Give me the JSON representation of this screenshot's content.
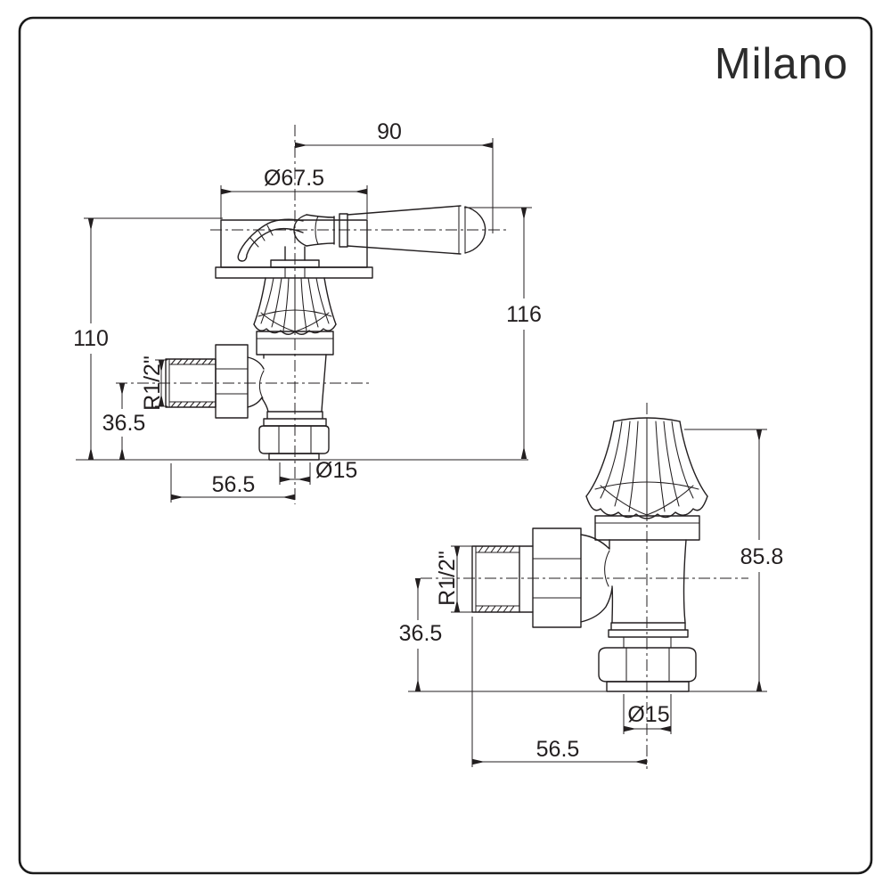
{
  "brand": "Milano",
  "colors": {
    "line": "#231f20",
    "background": "#ffffff"
  },
  "drawings": {
    "lever_valve": {
      "dims": {
        "lever_length": "90",
        "head_diameter": "Ø67.5",
        "overall_height": "110",
        "handle_top_height": "116",
        "thread_size": "R1/2\"",
        "inlet_centre_height": "36.5",
        "centre_to_inlet_end": "56.5",
        "pipe_diameter": "Ø15"
      }
    },
    "lockshield_valve": {
      "dims": {
        "overall_height": "85.8",
        "thread_size": "R1/2\"",
        "inlet_centre_height": "36.5",
        "centre_to_inlet_end": "56.5",
        "pipe_diameter": "Ø15"
      }
    }
  }
}
